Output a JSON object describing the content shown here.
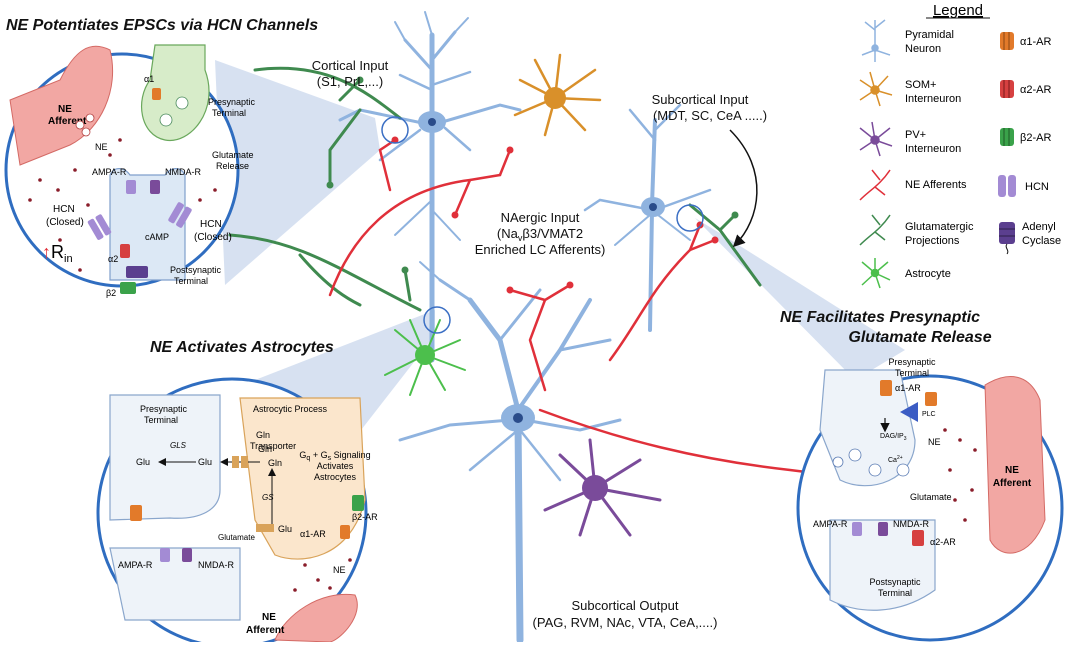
{
  "titles": {
    "epsc": "NE Potentiates EPSCs via HCN Channels",
    "astro": "NE Activates Astrocytes",
    "presyn_l1": "NE Facilitates Presynaptic",
    "presyn_l2": "Glutamate Release"
  },
  "inputs": {
    "cortical_l1": "Cortical Input",
    "cortical_l2": "(S1, PrL,...)",
    "subcortical_l1": "Subcortical Input",
    "subcortical_l2": "(MDT, SC, CeA .....)",
    "nergic_l1": "NAergic Input",
    "nergic_l2": "(Na",
    "nergic_l2_sub": "v",
    "nergic_l2_rest": "β3/VMAT2",
    "nergic_l3": "Enriched LC Afferents)",
    "output_l1": "Subcortical Output",
    "output_l2": "(PAG, RVM, NAc, VTA, CeA,....)"
  },
  "legend": {
    "title": "Legend",
    "items": [
      {
        "label_l1": "Pyramidal",
        "label_l2": "Neuron"
      },
      {
        "label_l1": "SOM+",
        "label_l2": "Interneuron"
      },
      {
        "label_l1": "PV+",
        "label_l2": "Interneuron"
      },
      {
        "label_l1": "NE Afferents",
        "label_l2": ""
      },
      {
        "label_l1": "Glutamatergic",
        "label_l2": "Projections"
      },
      {
        "label_l1": "Astrocyte",
        "label_l2": ""
      },
      {
        "label_l1": "α1-AR",
        "label_l2": ""
      },
      {
        "label_l1": "α2-AR",
        "label_l2": ""
      },
      {
        "label_l1": "β2-AR",
        "label_l2": ""
      },
      {
        "label_l1": "HCN",
        "label_l2": ""
      },
      {
        "label_l1": "Adenyl",
        "label_l2": "Cyclase"
      }
    ]
  },
  "epsc_panel": {
    "ne_afferent_l1": "NE",
    "ne_afferent_l2": "Afferent",
    "a1": "α1",
    "presyn_l1": "Presynaptic",
    "presyn_l2": "Terminal",
    "ne": "NE",
    "glut_l1": "Glutamate",
    "glut_l2": "Release",
    "ampa": "AMPA-R",
    "nmda": "NMDA-R",
    "hcn_left_l1": "HCN",
    "hcn_left_l2": "(Closed)",
    "hcn_right_l1": "HCN",
    "hcn_right_l2": "(Closed)",
    "camp": "cAMP",
    "rin": "R",
    "rin_sub": "in",
    "a2": "α2",
    "b2": "β2",
    "postsyn_l1": "Postsynaptic",
    "postsyn_l2": "Terminal"
  },
  "astro_panel": {
    "presyn_l1": "Presynaptic",
    "presyn_l2": "Terminal",
    "astro_process": "Astrocytic Process",
    "gls": "GLS",
    "glu1": "Glu",
    "glu2": "Glu",
    "gln1": "Gln",
    "gln_trans_l1": "Gln",
    "gln_trans_l2": "Transporter",
    "gln2": "Gln",
    "gq_l1": "G",
    "gq_l1_sub": "q",
    "gq_l1_rest": " + G",
    "gq_l1_sub2": "s",
    "gq_l1_rest2": " Signaling",
    "gq_l2": "Activates",
    "gq_l3": "Astrocytes",
    "gs": "GS",
    "glutamate": "Glutamate",
    "glu3": "Glu",
    "a1ar": "α1-AR",
    "b2ar": "β2-AR",
    "ampa": "AMPA-R",
    "nmda": "NMDA-R",
    "ne": "NE",
    "ne_afferent_l1": "NE",
    "ne_afferent_l2": "Afferent"
  },
  "presyn_panel": {
    "presyn_l1": "Presynaptic",
    "presyn_l2": "Terminal",
    "a1ar": "α1-AR",
    "plc": "PLC",
    "dag": "DAG/IP",
    "dag_sub": "3",
    "ca": "Ca",
    "ca_sup": "2+",
    "ne": "NE",
    "ne_afferent_l1": "NE",
    "ne_afferent_l2": "Afferent",
    "glutamate": "Glutamate",
    "ampa": "AMPA-R",
    "nmda": "NMDA-R",
    "a2ar": "α2-AR",
    "postsyn_l1": "Postsynaptic",
    "postsyn_l2": "Terminal"
  },
  "colors": {
    "pyramidal": "#8fb3df",
    "som": "#d9902a",
    "pv": "#7a4b9a",
    "ne_afferent": "#e0303a",
    "glutamatergic": "#3f8a4f",
    "astrocyte": "#4cbf4c",
    "a1ar": "#e27a2a",
    "a2ar": "#d64040",
    "b2ar": "#3aa24a",
    "hcn": "#a38bd4",
    "adenyl": "#5b3f8f"
  }
}
